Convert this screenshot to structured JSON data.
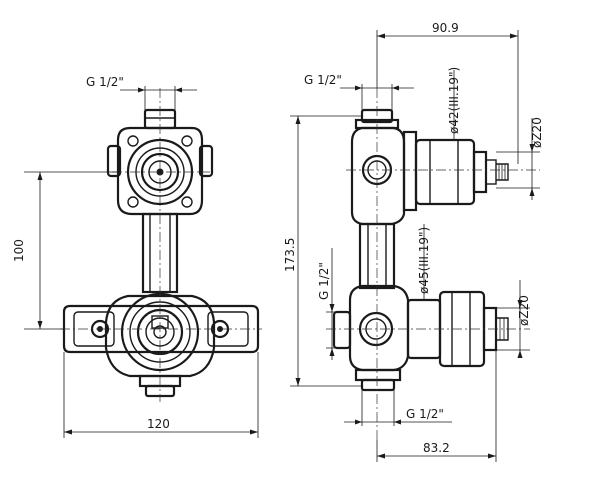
{
  "labels": {
    "front_thread": "G 1/2\"",
    "front_height": "100",
    "front_width": "120",
    "side_top_thread": "G 1/2\"",
    "side_top_width": "90.9",
    "side_upper_dia_large": "ø42(III.19\")",
    "side_upper_dia_small": "øZ20",
    "side_height": "173.5",
    "side_mid_thread": "G 1/2\"",
    "side_lower_dia_large": "ø45(III.19\")",
    "side_lower_dia_small": "øZ20",
    "side_bottom_thread": "G 1/2\"",
    "side_bottom_width": "83.2"
  }
}
